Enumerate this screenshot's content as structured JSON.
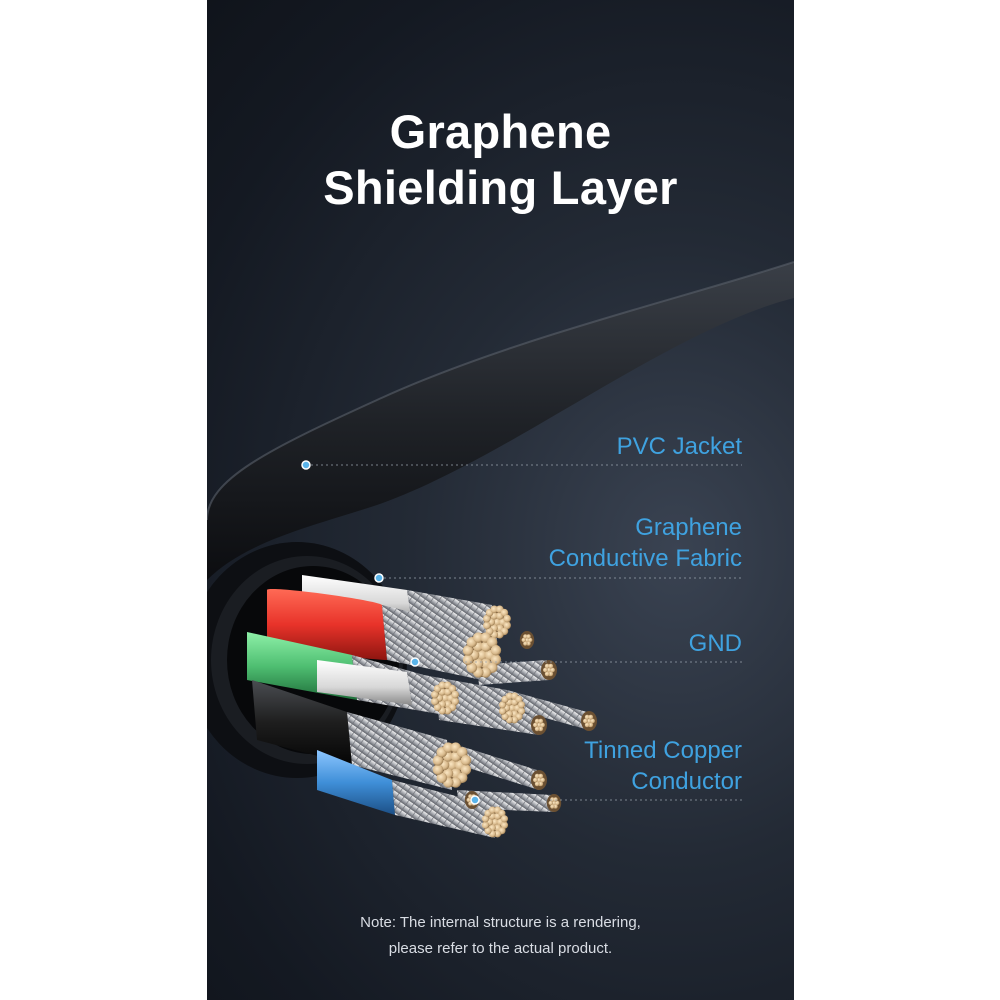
{
  "title": {
    "line1": "Graphene",
    "line2": "Shielding Layer"
  },
  "callouts": {
    "pvc_jacket": "PVC Jacket",
    "graphene_fabric_line1": "Graphene",
    "graphene_fabric_line2": "Conductive Fabric",
    "gnd": "GND",
    "tinned_copper_line1": "Tinned Copper",
    "tinned_copper_line2": "Conductor"
  },
  "note": {
    "line1": "Note: The internal structure is a rendering,",
    "line2": "please refer to the actual product."
  },
  "colors": {
    "background": "#1b212b",
    "title_text": "#ffffff",
    "callout_text": "#3fa2e0",
    "callout_dot": "#5ab4ea",
    "wire_red": "#e8332a",
    "wire_green": "#4fbf72",
    "wire_blue": "#3f8fd8",
    "wire_white": "#e6e6e6",
    "wire_black": "#1e1e1e",
    "copper_tinned": "#d8b98c"
  }
}
